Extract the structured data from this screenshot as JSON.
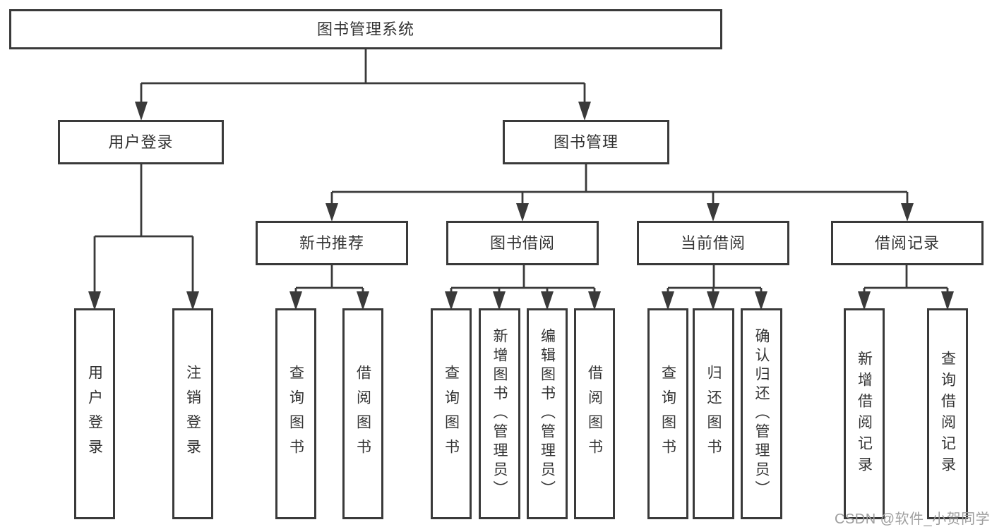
{
  "colors": {
    "background": "#ffffff",
    "line": "#3a3a3a",
    "box_border": "#3a3a3a",
    "text": "#333333",
    "watermark": "#9e9e9e"
  },
  "watermark": {
    "text": "CSDN @软件_小贺同学"
  },
  "diagram": {
    "type": "hierarchy-tree",
    "nodes": {
      "root": {
        "label": "图书管理系统"
      },
      "userLogin": {
        "label": "用户登录"
      },
      "bookMgmt": {
        "label": "图书管理"
      },
      "newBookRec": {
        "label": "新书推荐"
      },
      "bookBorrow": {
        "label": "图书借阅"
      },
      "currentBorrow": {
        "label": "当前借阅"
      },
      "borrowRecord": {
        "label": "借阅记录"
      },
      "leafUserLogin": {
        "label": "用户登录"
      },
      "leafLogout": {
        "label": "注销登录"
      },
      "leafQueryBook1": {
        "label": "查询图书"
      },
      "leafBorrowBook1": {
        "label": "借阅图书"
      },
      "leafQueryBook2": {
        "label": "查询图书"
      },
      "leafAddBook": {
        "label": "新增图书（管理员）"
      },
      "leafEditBook": {
        "label": "编辑图书（管理员）"
      },
      "leafBorrowBook2": {
        "label": "借阅图书"
      },
      "leafQueryBook3": {
        "label": "查询图书"
      },
      "leafReturnBook": {
        "label": "归还图书"
      },
      "leafConfirmReturn": {
        "label": "确认归还（管理员）"
      },
      "leafAddRecord": {
        "label": "新增借阅记录"
      },
      "leafQueryRecord": {
        "label": "查询借阅记录"
      }
    },
    "edges": [
      {
        "from": "root",
        "to": [
          "userLogin",
          "bookMgmt"
        ]
      },
      {
        "from": "userLogin",
        "to": [
          "leafUserLogin",
          "leafLogout"
        ]
      },
      {
        "from": "bookMgmt",
        "to": [
          "newBookRec",
          "bookBorrow",
          "currentBorrow",
          "borrowRecord"
        ]
      },
      {
        "from": "newBookRec",
        "to": [
          "leafQueryBook1",
          "leafBorrowBook1"
        ]
      },
      {
        "from": "bookBorrow",
        "to": [
          "leafQueryBook2",
          "leafAddBook",
          "leafEditBook",
          "leafBorrowBook2"
        ]
      },
      {
        "from": "currentBorrow",
        "to": [
          "leafQueryBook3",
          "leafReturnBook",
          "leafConfirmReturn"
        ]
      },
      {
        "from": "borrowRecord",
        "to": [
          "leafAddRecord",
          "leafQueryRecord"
        ]
      }
    ]
  }
}
